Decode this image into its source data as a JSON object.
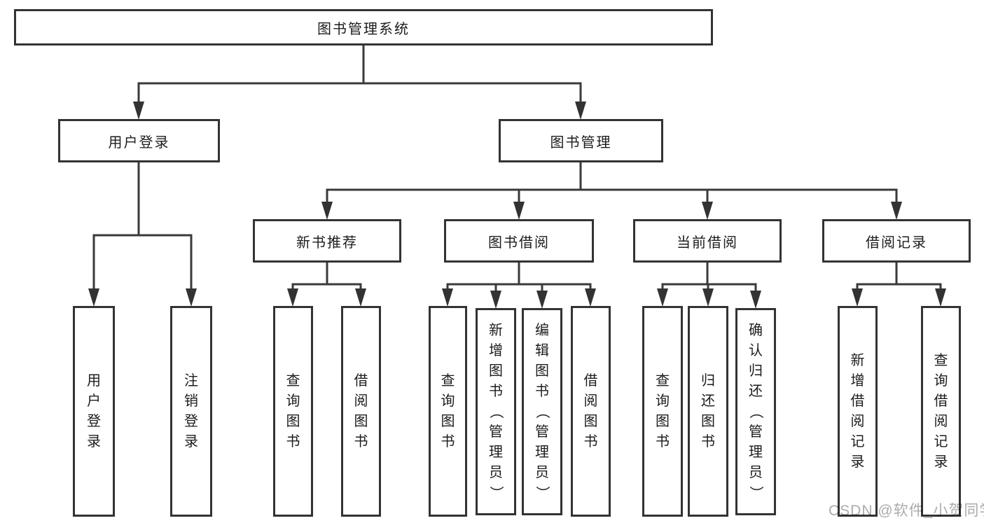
{
  "diagram": {
    "title": "图书管理系统",
    "watermark": "CSDN @软件_小贺同学",
    "colors": {
      "line": "#3a3a3a",
      "box_border": "#333333",
      "text": "#1c1c1c",
      "watermark": "#ababab",
      "background": "#ffffff"
    },
    "nodes": [
      {
        "id": "library-system",
        "label": "图书管理系统",
        "level": 0,
        "parent": null
      },
      {
        "id": "user-login",
        "label": "用户登录",
        "level": 1,
        "parent": "library-system"
      },
      {
        "id": "book-management",
        "label": "图书管理",
        "level": 1,
        "parent": "library-system"
      },
      {
        "id": "new-book-recommend",
        "label": "新书推荐",
        "level": 2,
        "parent": "book-management"
      },
      {
        "id": "book-borrowing",
        "label": "图书借阅",
        "level": 2,
        "parent": "book-management"
      },
      {
        "id": "current-borrowing",
        "label": "当前借阅",
        "level": 2,
        "parent": "book-management"
      },
      {
        "id": "borrowing-records",
        "label": "借阅记录",
        "level": 2,
        "parent": "book-management"
      },
      {
        "id": "leaf-user-login",
        "label": "用户登录",
        "level": 3,
        "parent": "user-login"
      },
      {
        "id": "leaf-logout",
        "label": "注销登录",
        "level": 3,
        "parent": "user-login"
      },
      {
        "id": "leaf-query-books-recommend",
        "label": "查询图书",
        "level": 3,
        "parent": "new-book-recommend"
      },
      {
        "id": "leaf-borrow-books-recommend",
        "label": "借阅图书",
        "level": 3,
        "parent": "new-book-recommend"
      },
      {
        "id": "leaf-query-books-borrowing",
        "label": "查询图书",
        "level": 3,
        "parent": "book-borrowing"
      },
      {
        "id": "leaf-add-books-admin",
        "label": "新增图书（管理员）",
        "level": 3,
        "parent": "book-borrowing"
      },
      {
        "id": "leaf-edit-books-admin",
        "label": "编辑图书（管理员）",
        "level": 3,
        "parent": "book-borrowing"
      },
      {
        "id": "leaf-borrow-books-borrowing",
        "label": "借阅图书",
        "level": 3,
        "parent": "book-borrowing"
      },
      {
        "id": "leaf-query-books-current",
        "label": "查询图书",
        "level": 3,
        "parent": "current-borrowing"
      },
      {
        "id": "leaf-return-books",
        "label": "归还图书",
        "level": 3,
        "parent": "current-borrowing"
      },
      {
        "id": "leaf-confirm-return-admin",
        "label": "确认归还（管理员）",
        "level": 3,
        "parent": "current-borrowing"
      },
      {
        "id": "leaf-add-borrow-record",
        "label": "新增借阅记录",
        "level": 3,
        "parent": "borrowing-records"
      },
      {
        "id": "leaf-query-borrow-record",
        "label": "查询借阅记录",
        "level": 3,
        "parent": "borrowing-records"
      }
    ]
  }
}
